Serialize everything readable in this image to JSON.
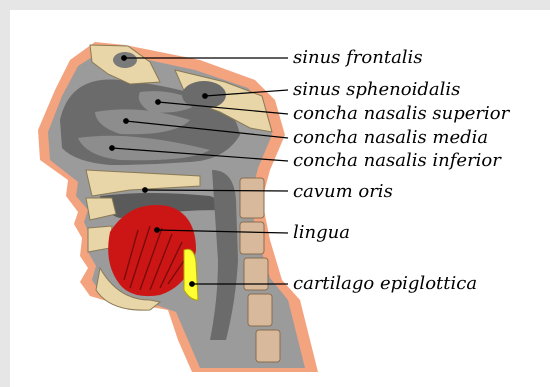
{
  "labels": {
    "sinus_frontalis": "sinus frontalis",
    "sinus_sphenoidalis": "sinus sphenoidalis",
    "concha_nasalis_superior": "concha nasalis superior",
    "concha_nasalis_media": "concha nasalis media",
    "concha_nasalis_inferior": "concha nasalis inferior",
    "cavum_oris": "cavum oris",
    "lingua": "lingua",
    "cartilago_epiglottica": "cartilago epiglottica"
  },
  "colors": {
    "background": "#e6e6e6",
    "skin": "#f4a37f",
    "soft_tissue": "#9b9b9b",
    "cavity": "#6b6b6b",
    "bone": "#e8d6a8",
    "vertebra": "#d9b99b",
    "tongue": "#cc1616",
    "epiglottis": "#ffff33"
  }
}
